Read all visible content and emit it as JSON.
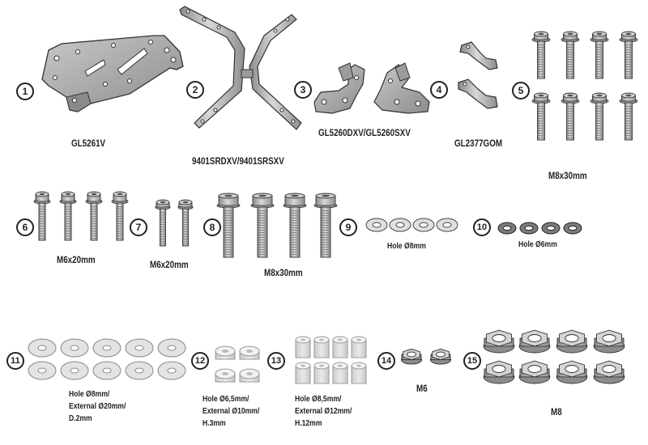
{
  "parts": [
    {
      "number": "1",
      "label": "GL5261V",
      "icon": "plate-bracket-icon"
    },
    {
      "number": "2",
      "label": "9401SRDXV/9401SRSXV",
      "icon": "x-frame-icon"
    },
    {
      "number": "3",
      "label": "GL5260DXV/GL5260SXV",
      "icon": "side-brackets-icon"
    },
    {
      "number": "4",
      "label": "GL2377GOM",
      "icon": "small-bracket-icon"
    },
    {
      "number": "5",
      "label": "M8x30mm",
      "icon": "bolt-icon"
    },
    {
      "number": "6",
      "label": "M6x20mm",
      "icon": "bolt-icon"
    },
    {
      "number": "7",
      "label": "M6x20mm",
      "icon": "bolt-icon"
    },
    {
      "number": "8",
      "label": "M8x30mm",
      "icon": "bolt-icon"
    },
    {
      "number": "9",
      "label": "Hole Ø8mm",
      "icon": "washer-icon"
    },
    {
      "number": "10",
      "label": "Hole Ø6mm",
      "icon": "lock-washer-icon"
    },
    {
      "number": "11",
      "label_lines": [
        "Hole Ø8mm/",
        "External Ø20mm/",
        "D.2mm"
      ],
      "icon": "rubber-washer-icon"
    },
    {
      "number": "12",
      "label_lines": [
        "Hole Ø6,5mm/",
        "External Ø10mm/",
        "H.3mm"
      ],
      "icon": "spacer-icon"
    },
    {
      "number": "13",
      "label_lines": [
        "Hole Ø8,5mm/",
        "External Ø12mm/",
        "H.12mm"
      ],
      "icon": "tall-spacer-icon"
    },
    {
      "number": "14",
      "label": "M6",
      "icon": "nut-icon"
    },
    {
      "number": "15",
      "label": "M8",
      "icon": "nut-icon"
    }
  ],
  "colors": {
    "line": "#333333",
    "metal": "#b4b4b4",
    "metal_dark": "#7a7a7a",
    "rubber": "#dedede"
  }
}
